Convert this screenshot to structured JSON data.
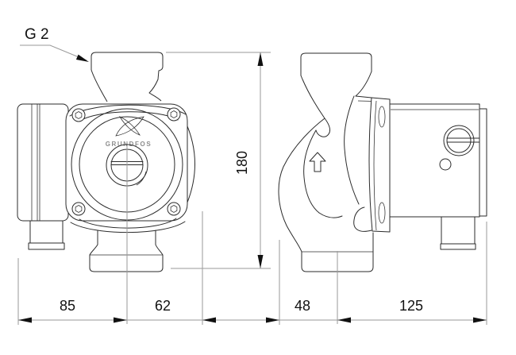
{
  "callout": {
    "thread_label": "G 2"
  },
  "front_view": {
    "brand": "GRUNDFOS"
  },
  "dimensions": {
    "port_to_port_height": "180",
    "front_width_left": "85",
    "front_width_right": "62",
    "side_depth_front": "48",
    "side_depth_motor": "125"
  },
  "colors": {
    "outline": "#2b2b2b",
    "dimension_lines": "#9a9a9a",
    "arrows": "#111111",
    "background": "#ffffff"
  }
}
